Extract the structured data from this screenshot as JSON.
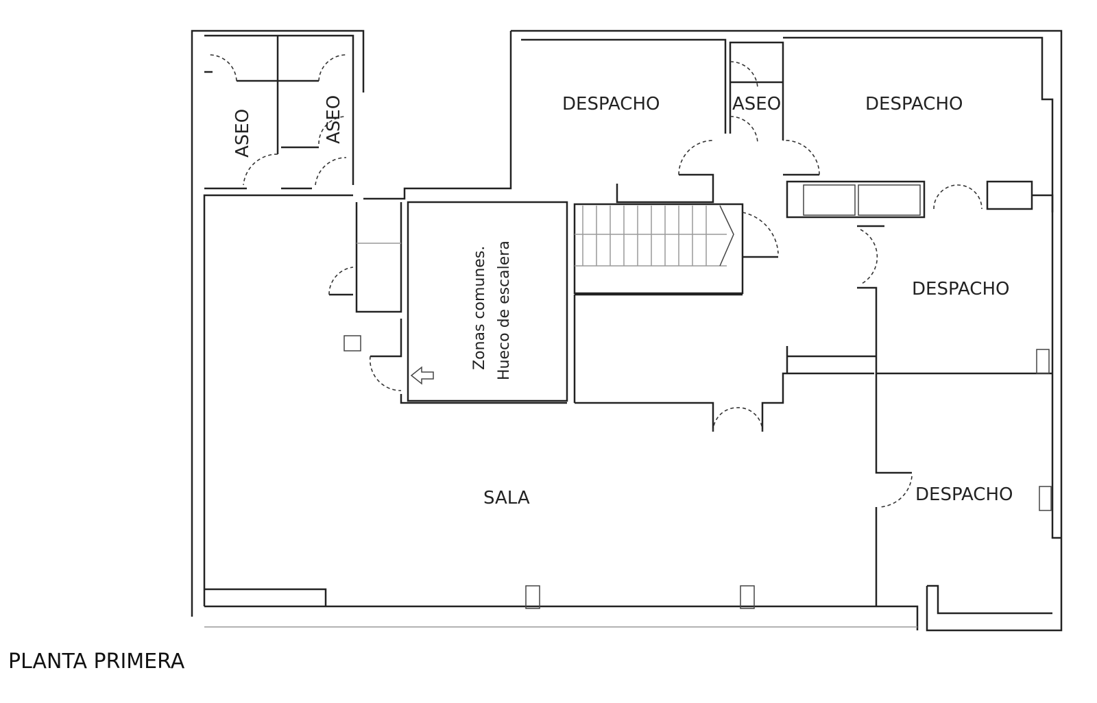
{
  "plan": {
    "title": "PLANTA PRIMERA",
    "rooms": {
      "aseo_1": "ASEO",
      "aseo_2": "ASEO",
      "aseo_3": "ASEO",
      "despacho_1": "DESPACHO",
      "despacho_2": "DESPACHO",
      "despacho_3": "DESPACHO",
      "despacho_4": "DESPACHO",
      "sala": "SALA",
      "zonas_line1": "Zonas comunes.",
      "zonas_line2": "Hueco de escalera"
    }
  }
}
